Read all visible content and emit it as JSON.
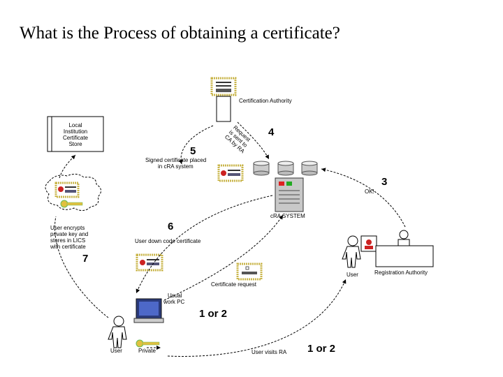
{
  "title": "What is the Process of obtaining a certificate?",
  "nodes": {
    "certification_authority": "Certification Authority",
    "local_store": [
      "Local",
      "Institution",
      "Certificate",
      "Store"
    ],
    "cra_system": "cRA SYSTEM",
    "registration_authority": "Registration Authority",
    "user_right": "User",
    "user_bottom": "User",
    "private": "Private",
    "usual_work_pc": [
      "Usual",
      "work PC"
    ]
  },
  "steps": {
    "step4_label": [
      "Request",
      "is sent to",
      "CA by RA"
    ],
    "step5_label": [
      "Signed certificate placed",
      "in cRA system"
    ],
    "step3_label": "OK!",
    "step6_label": "User down code certificate",
    "step7_label": [
      "User encrypts",
      "private key and",
      "stores in LICS",
      "with certificate"
    ],
    "cert_request_label": "Certificate request",
    "user_visits_label": "User visits RA",
    "num_4": "4",
    "num_5": "5",
    "num_3": "3",
    "num_6": "6",
    "num_7": "7",
    "num_1or2_a": "1 or 2",
    "num_1or2_b": "1 or 2"
  }
}
